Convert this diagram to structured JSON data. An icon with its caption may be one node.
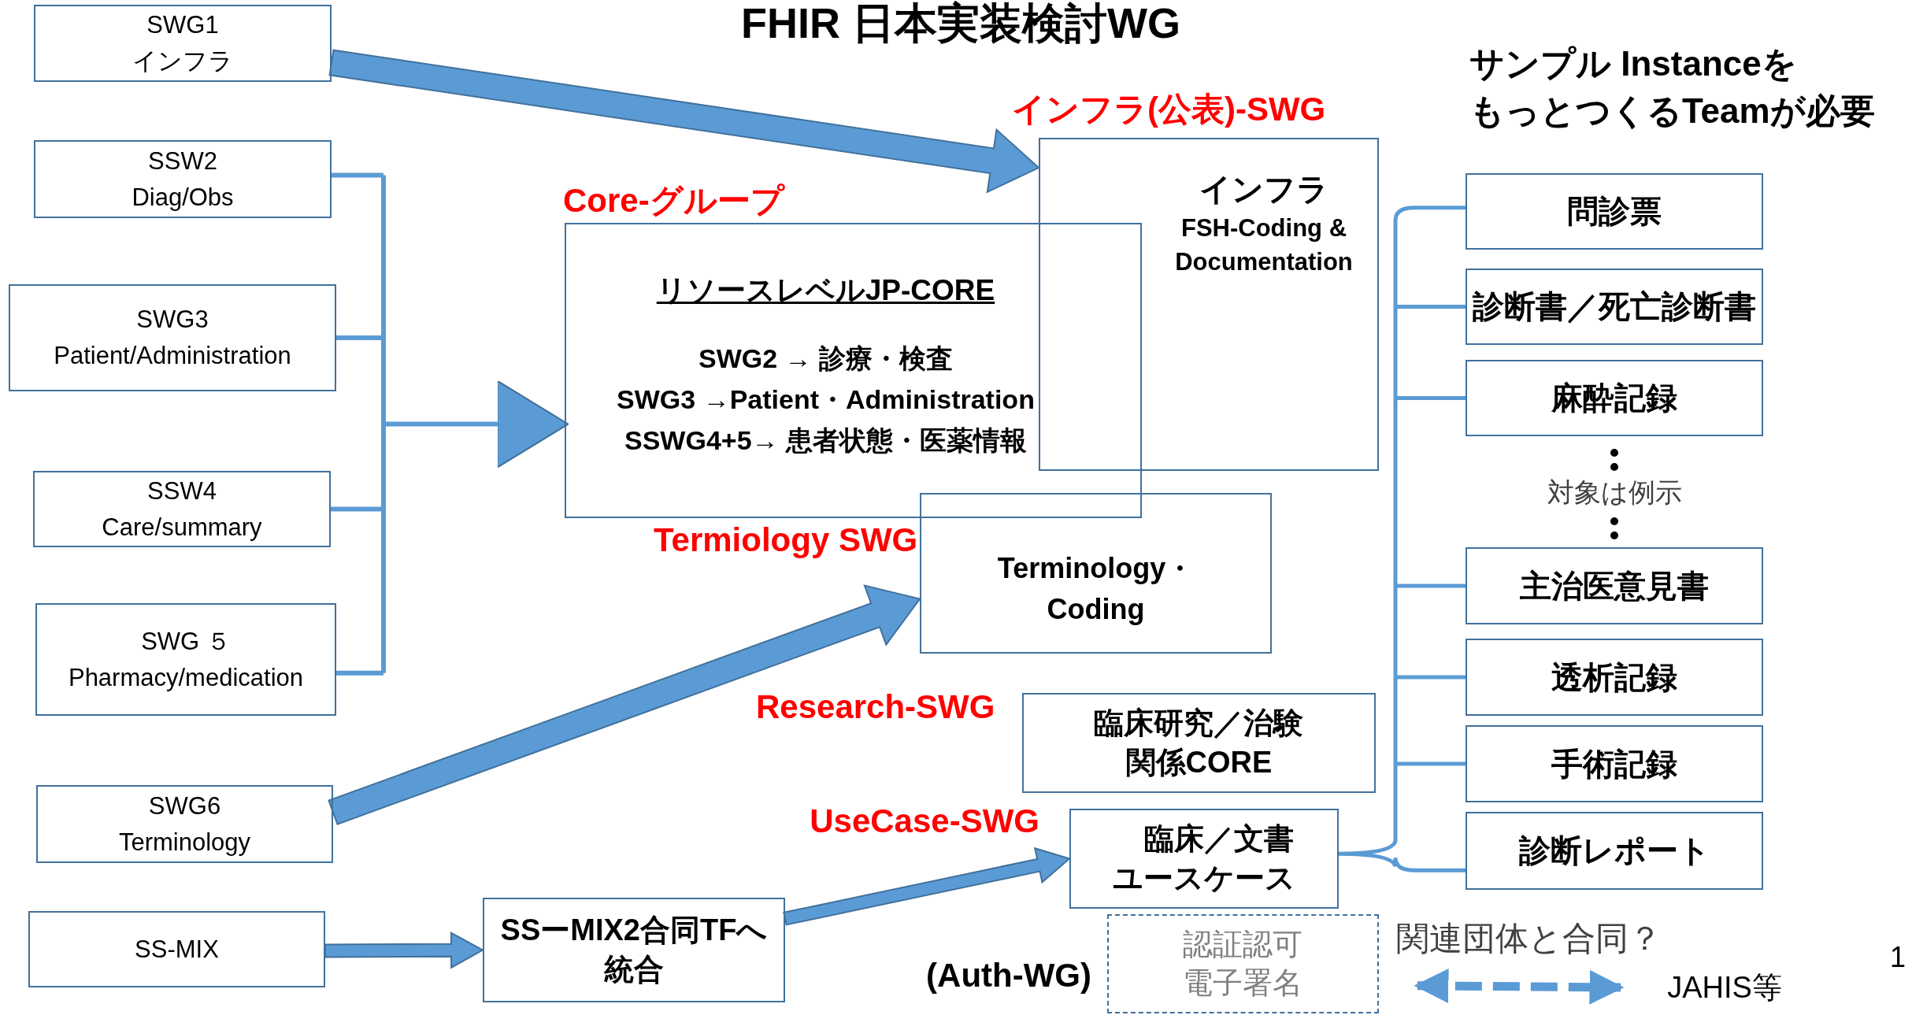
{
  "diagram": {
    "title": "FHIR 日本実装検討WG",
    "nodes": [
      {
        "text": [
          "SWG1",
          "インフラ"
        ]
      },
      {
        "text": [
          "SSW2",
          "Diag/Obs"
        ]
      },
      {
        "text": [
          "SWG3",
          "Patient/Administration"
        ]
      },
      {
        "text": [
          "SSW4",
          "Care/summary"
        ]
      },
      {
        "text": [
          "SWG ５",
          "Pharmacy/medication"
        ]
      },
      {
        "text": [
          "SWG6",
          "Terminology"
        ]
      },
      {
        "text": [
          "SS-MIX"
        ]
      },
      {
        "text": [
          "SSーMIX2合同TFへ統合"
        ]
      },
      {
        "text": [
          "Core-グループ",
          "リソースレベルJP-CORE",
          "SWG2 → 診療・検査",
          "SWG3 →Patient・Administration",
          "SSWG4+5→ 患者状態・医薬情報"
        ]
      },
      {
        "text": [
          "インフラ(公表)-SWG",
          "インフラ",
          "FSH-Coding & Documentation"
        ]
      },
      {
        "text": [
          "Termiology SWG",
          "Terminology・ Coding"
        ]
      },
      {
        "text": [
          "Research-SWG",
          "臨床研究／治験関係CORE"
        ]
      },
      {
        "text": [
          "UseCase-SWG",
          "臨床／文書ユースケース"
        ]
      },
      {
        "text": [
          "(Auth-WG)",
          "認証認可電子署名"
        ]
      },
      {
        "text": [
          "問診票"
        ]
      },
      {
        "text": [
          "診断書／死亡診断書"
        ]
      },
      {
        "text": [
          "麻酔記録"
        ]
      },
      {
        "text": [
          "主治医意見書"
        ]
      },
      {
        "text": [
          "透析記録"
        ]
      },
      {
        "text": [
          "手術記録"
        ]
      },
      {
        "text": [
          "診断レポート"
        ]
      },
      {
        "text": [
          "JAHIS等"
        ]
      }
    ],
    "edges": [
      {
        "from": 0,
        "to": 9,
        "arrow": "to",
        "style": "thick"
      },
      {
        "from": 1,
        "to": 8,
        "arrow": "to"
      },
      {
        "from": 2,
        "to": 8,
        "arrow": "to"
      },
      {
        "from": 3,
        "to": 8,
        "arrow": "to"
      },
      {
        "from": 4,
        "to": 8,
        "arrow": "to"
      },
      {
        "from": 5,
        "to": 10,
        "arrow": "to",
        "style": "thick"
      },
      {
        "from": 6,
        "to": 7,
        "arrow": "to"
      },
      {
        "from": 7,
        "to": 12,
        "arrow": "to"
      },
      {
        "from": 12,
        "to": 14,
        "arrow": "none"
      },
      {
        "from": 12,
        "to": 15,
        "arrow": "none"
      },
      {
        "from": 12,
        "to": 16,
        "arrow": "none"
      },
      {
        "from": 12,
        "to": 17,
        "arrow": "none"
      },
      {
        "from": 12,
        "to": 18,
        "arrow": "none"
      },
      {
        "from": 12,
        "to": 19,
        "arrow": "none"
      },
      {
        "from": 12,
        "to": 20,
        "arrow": "none"
      },
      {
        "from": 13,
        "to": 21,
        "arrow": "both",
        "style": "dashed"
      }
    ],
    "labels": [
      "サンプル Instanceを",
      "もっとつくるTeamが必要",
      "対象は例示",
      "関連団体と合同？",
      "1"
    ]
  }
}
